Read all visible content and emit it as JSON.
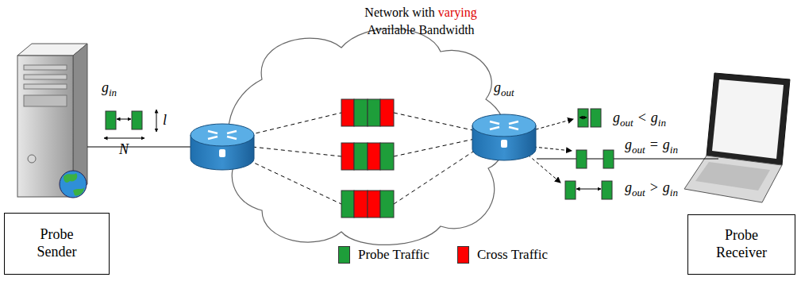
{
  "diagram": {
    "nodes": [
      {
        "text": [
          "Probe Sender"
        ]
      },
      {
        "text": [
          "Probe Receiver"
        ]
      }
    ],
    "labels": [
      "Network with",
      "varying",
      "Available Bandwidth",
      "g",
      "in",
      "l",
      "N",
      "g",
      "out",
      "g",
      "out",
      "<",
      "g",
      "in",
      "g",
      "out",
      "=",
      "g",
      "in",
      "g",
      "out",
      ">",
      "g",
      "in"
    ],
    "legend": [
      {
        "text": "Probe Traffic",
        "color": "#1e9e3a"
      },
      {
        "text": "Cross Traffic",
        "color": "#ff0000"
      }
    ]
  }
}
